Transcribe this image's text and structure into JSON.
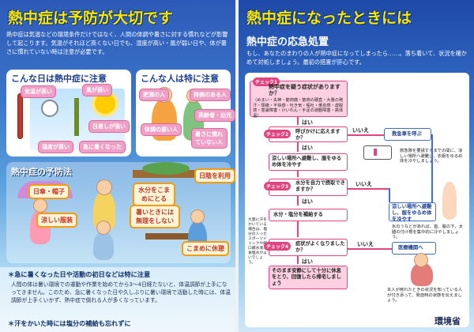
{
  "left": {
    "title": "熱中症は予防が大切です",
    "intro": "熱中症は気温などの環境条件だけではなく、人間の体調や暑さに対する慣れなどが影響して起こります。気温がそれほど高くない日でも、湿度が高い・風が弱い日や、体が暑さに慣れていない時は注意が必要です。",
    "day_box": {
      "heading": "こんな日は熱中症に注意",
      "tags": [
        "気温が高い",
        "風が弱い",
        "湿度が高い",
        "日差しが強い",
        "急に暑くなった"
      ]
    },
    "person_box": {
      "heading": "こんな人は特に注意",
      "tags": [
        "肥満の人",
        "持病のある人",
        "高齢者・幼児",
        "体調の悪い人",
        "暑さに慣れていない人"
      ]
    },
    "prevention": {
      "heading": "熱中症の予防法",
      "tags": [
        "日傘・帽子",
        "涼しい服装",
        "日陰を利用",
        "水分をこまめにとる",
        "暑いときには無理をしない",
        "こまめに休憩"
      ]
    },
    "notes": {
      "note1_title": "＊急に暑くなった日や活動の初日などは特に注意",
      "note1_body": "人間の体は暑い環境での運動や作業を始めてから3〜4日経たないと、体温調節が上手になってきません。このため、急に暑くなった日や久しぶりに暑い環境で活動した時には、体温調節が上手くいかず、熱中症で倒れる人が多くなっています。",
      "note2_title": "＊汗をかいた時には塩分の補給も忘れずに"
    }
  },
  "right": {
    "title": "熱中症になったときには",
    "subtitle": "熱中症の応急処置",
    "intro": "もし、あなたのまわりの人が熱中症になってしまったら……。落ち着いて、状況を確かめて対処しましょう。最初の措置が肝心です。",
    "flow": {
      "check1": "チェック1",
      "q1": "熱中症を疑う症状がありますか？",
      "q1_detail": "（めまい・失神・筋肉痛・筋肉の硬直・大量の発汗・頭痛・不快感・吐き気・嘔吐・倦怠感・虚脱感・意識障害・けいれん・手足の運動障害・高体温）",
      "yes1": "はい",
      "check2": "チェック2",
      "q2": "呼びかけに応えますか？",
      "no2": "いいえ",
      "ambulance": "救急車を呼ぶ",
      "ambulance_note": "救急隊を要請するまでの間に、涼しい場所へ避難し、衣服をゆるめ体を冷やしましょう。",
      "yes2": "はい",
      "cool1": "涼しい場所へ避難し、服をゆるめ体を冷やす",
      "cool2": "涼しい場所へ避難し、服をゆるめ体を冷やす",
      "check3": "チェック3",
      "q3": "水分を自力で摂取できますか？",
      "no3": "いいえ",
      "yes3": "はい",
      "water": "水分・塩分を補給する",
      "water_note": "大量に汗をかいている場合は、塩分の入ったスポーツドリンクや経口補水液、食塩水がよいでしょう。",
      "cool_note": "氷のうなどがあれば、首、脇の下、太腿の付け根を集中的に冷やしましょう。",
      "check4": "チェック4",
      "q4": "症状がよくなりましたか？",
      "no4": "いいえ",
      "hospital": "医療機関へ",
      "yes4": "はい",
      "rest": "そのまま安静にして十分に休息をとり、回復したら帰宅しましょう",
      "hospital_note": "本人が倒れたときの状況を知っている人が付き添って、発症時の状態を伝えましょう。",
      "ministry": "環境省"
    }
  },
  "colors": {
    "title_yellow": "#ffe600",
    "flow_pink": "#e0457f",
    "flow_blue": "#3f6fc9"
  }
}
